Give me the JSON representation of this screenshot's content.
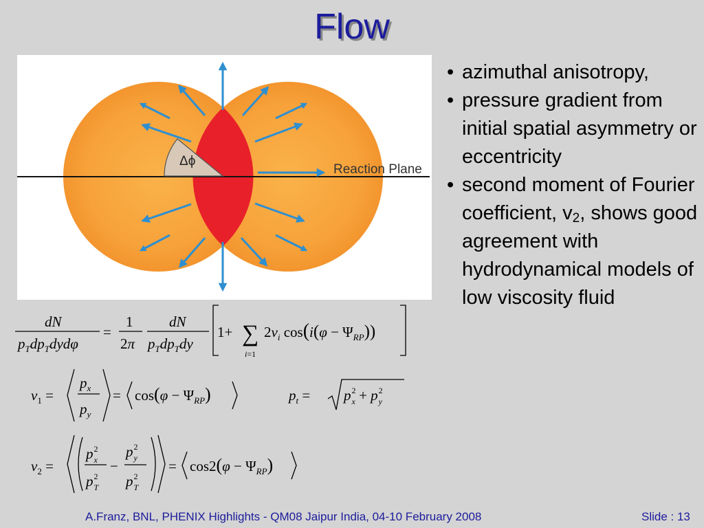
{
  "slide": {
    "title": "Flow",
    "figure": {
      "reaction_plane_label": "Reaction Plane",
      "angle_label": "Δϕ"
    },
    "bullets": [
      {
        "text": "azimuthal anisotropy,"
      },
      {
        "text": "pressure gradient from initial spatial asymmetry or eccentricity"
      },
      {
        "text_before": "second moment of Fourier coefficient, v",
        "subscript": "2",
        "text_after": ", shows good agreement with hydrodynamical models of low viscosity fluid"
      }
    ],
    "equations": {
      "eq1": "dN/(pT dpT dy dφ) = 1/(2π) · dN/(pT dpT dy) [1 + Σ 2 v_i cos(i(φ − Ψ_RP))], i=1",
      "eq2": "v1 = ⟨px/py⟩ = ⟨cos(φ − Ψ_RP)⟩",
      "eq3": "pt = √(px² + py²)",
      "eq4": "v2 = ⟨(px²/pT² − py²/pT²)⟩ = ⟨cos2(φ − Ψ_RP)⟩"
    },
    "footer": {
      "left": "A.Franz, BNL, PHENIX Highlights - QM08 Jaipur India, 04-10 February 2008",
      "right": "Slide : 13"
    }
  }
}
